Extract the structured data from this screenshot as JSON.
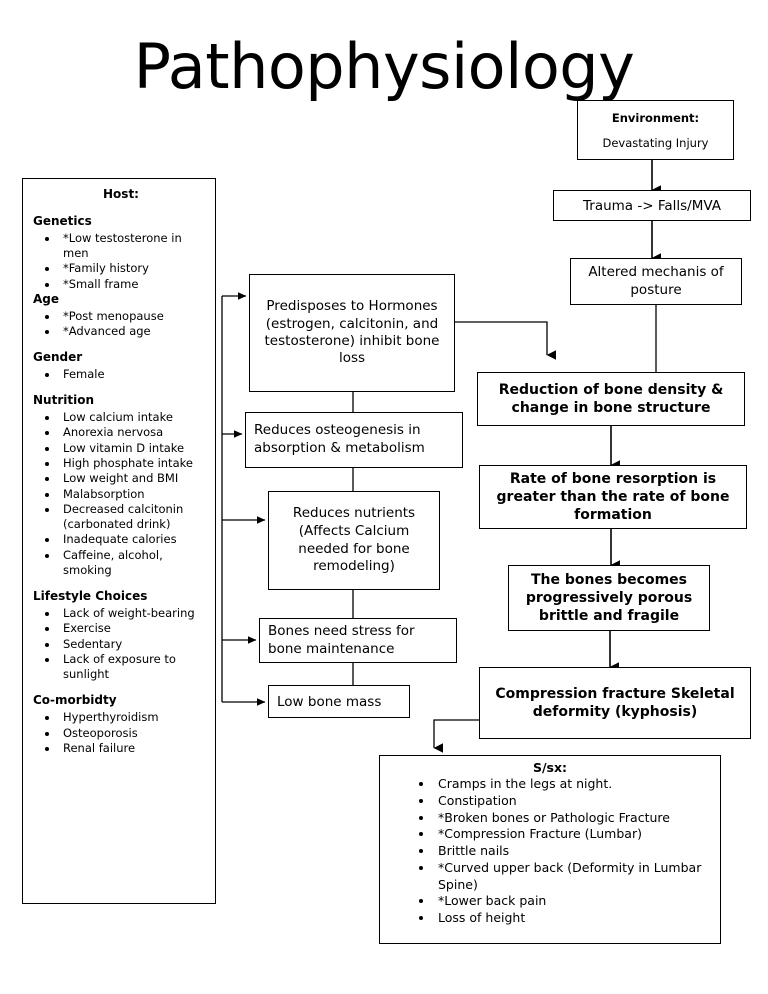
{
  "page": {
    "title": "Pathophysiology",
    "line_color": "#000000",
    "background": "#ffffff"
  },
  "host": {
    "title": "Host:",
    "groups": [
      {
        "heading": "Genetics",
        "items": [
          "*Low testosterone in men",
          "*Family history",
          "*Small frame"
        ]
      },
      {
        "heading": "Age",
        "items": [
          "*Post menopause",
          "*Advanced age"
        ]
      },
      {
        "heading": "Gender",
        "items": [
          "Female"
        ]
      },
      {
        "heading": "Nutrition",
        "items": [
          "Low calcium intake",
          "Anorexia nervosa",
          "Low vitamin D intake",
          "High phosphate intake",
          "Low weight and BMI",
          "Malabsorption",
          "Decreased calcitonin (carbonated drink)",
          "Inadequate calories",
          "Caffeine, alcohol, smoking"
        ]
      },
      {
        "heading": "Lifestyle Choices",
        "items": [
          "Lack of weight-bearing",
          "Exercise",
          "Sedentary",
          "Lack of exposure to sunlight"
        ]
      },
      {
        "heading": "Co-morbidty",
        "items": [
          "Hyperthyroidism",
          "Osteoporosis",
          "Renal failure"
        ]
      }
    ]
  },
  "middle_column": {
    "predisposes": "Predisposes to Hormones (estrogen, calcitonin, and testosterone) inhibit bone loss",
    "reduces_osteogenesis": "Reduces osteogenesis in absorption & metabolism",
    "reduces_nutrients": "Reduces nutrients (Affects Calcium needed for bone remodeling)",
    "bone_stress": "Bones need stress for bone maintenance",
    "low_bone_mass": "Low bone mass"
  },
  "right_column": {
    "environment_title": "Environment:",
    "environment_sub": "Devastating Injury",
    "trauma": "Trauma -> Falls/MVA",
    "posture": "Altered mechanis of posture",
    "reduction": "Reduction of bone density & change in bone structure",
    "rate": "Rate of bone resorption is greater than the rate of bone formation",
    "brittle": "The bones becomes progressively porous brittle and fragile",
    "compression": "Compression fracture Skeletal deformity (kyphosis)"
  },
  "signs_symptoms": {
    "title": "S/sx:",
    "items": [
      "Cramps in the legs at night.",
      "Constipation",
      "*Broken bones or Pathologic Fracture",
      "*Compression Fracture (Lumbar)",
      "Brittle nails",
      "*Curved upper back (Deformity in Lumbar Spine)",
      "*Lower back pain",
      "Loss of height"
    ]
  },
  "connectors": [
    {
      "name": "host-to-predisposes",
      "type": "arrow-right"
    },
    {
      "name": "host-to-reduces-osteogenesis",
      "type": "arrow-right"
    },
    {
      "name": "host-to-reduces-nutrients",
      "type": "arrow-right"
    },
    {
      "name": "host-to-bone-stress",
      "type": "arrow-right"
    },
    {
      "name": "host-to-low-bone-mass",
      "type": "arrow-right"
    },
    {
      "name": "environment-to-trauma",
      "type": "arrow-down"
    },
    {
      "name": "trauma-to-posture",
      "type": "arrow-down"
    },
    {
      "name": "posture-to-reduction",
      "type": "arrow-down"
    },
    {
      "name": "predisposes-to-reduction",
      "type": "elbow-down"
    },
    {
      "name": "reduction-to-rate",
      "type": "arrow-down"
    },
    {
      "name": "rate-to-brittle",
      "type": "arrow-down"
    },
    {
      "name": "brittle-to-compression",
      "type": "arrow-down"
    },
    {
      "name": "compression-to-ssx",
      "type": "elbow-down"
    }
  ]
}
